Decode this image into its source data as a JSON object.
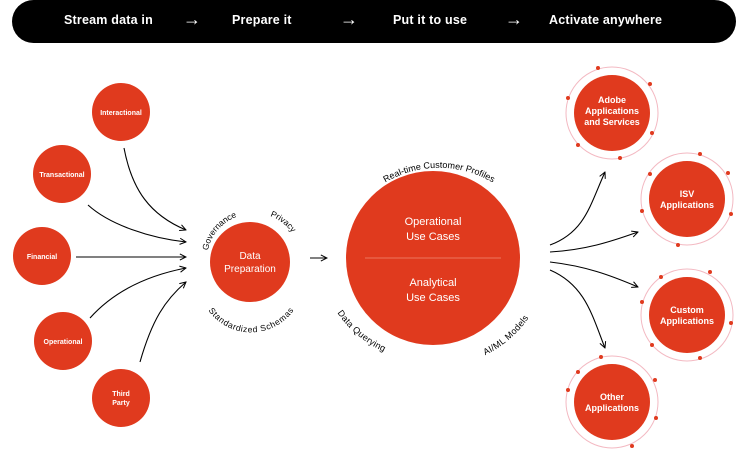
{
  "steps": [
    "Stream data in",
    "Prepare it",
    "Put it to use",
    "Activate anywhere"
  ],
  "arrow_glyph": "→",
  "sources": [
    "Interactional",
    "Transactional",
    "Financial",
    "Operational",
    "Third Party"
  ],
  "prep": {
    "center": "Data Preparation",
    "top_left": "Governance",
    "top_right": "Privacy",
    "bottom": "Standardized Schemas"
  },
  "hub": {
    "top_arc": "Real-time Customer Profiles",
    "upper": "Operational Use Cases",
    "lower": "Analytical Use Cases",
    "bottom_left_arc": "Data Querying",
    "bottom_right_arc": "AI/ML Models"
  },
  "destinations": [
    "Adobe Applications and Services",
    "ISV Applications",
    "Custom Applications",
    "Other Applications"
  ],
  "colors": {
    "accent": "#E03A1E",
    "bar": "#000000",
    "ring": "#F3B9C2",
    "line": "#000000"
  }
}
